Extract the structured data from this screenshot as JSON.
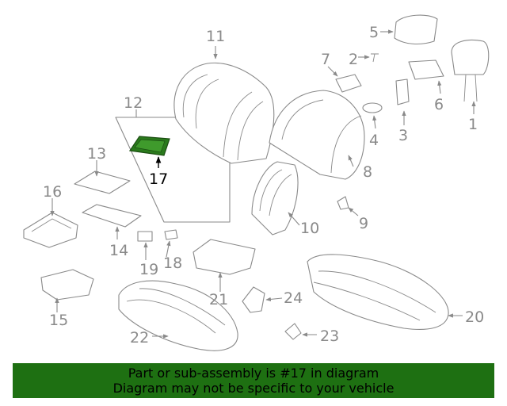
{
  "diagram": {
    "highlight_color": "#2a7a1c",
    "highlighted_part": "17",
    "callouts": [
      "1",
      "2",
      "3",
      "4",
      "5",
      "6",
      "7",
      "8",
      "9",
      "10",
      "11",
      "12",
      "13",
      "14",
      "15",
      "16",
      "17",
      "18",
      "19",
      "20",
      "21",
      "22",
      "23",
      "24"
    ]
  },
  "banner": {
    "line1": "Part or sub-assembly is #17 in diagram",
    "line2": "Diagram may not be specific to your vehicle",
    "background": "#1e7012"
  }
}
